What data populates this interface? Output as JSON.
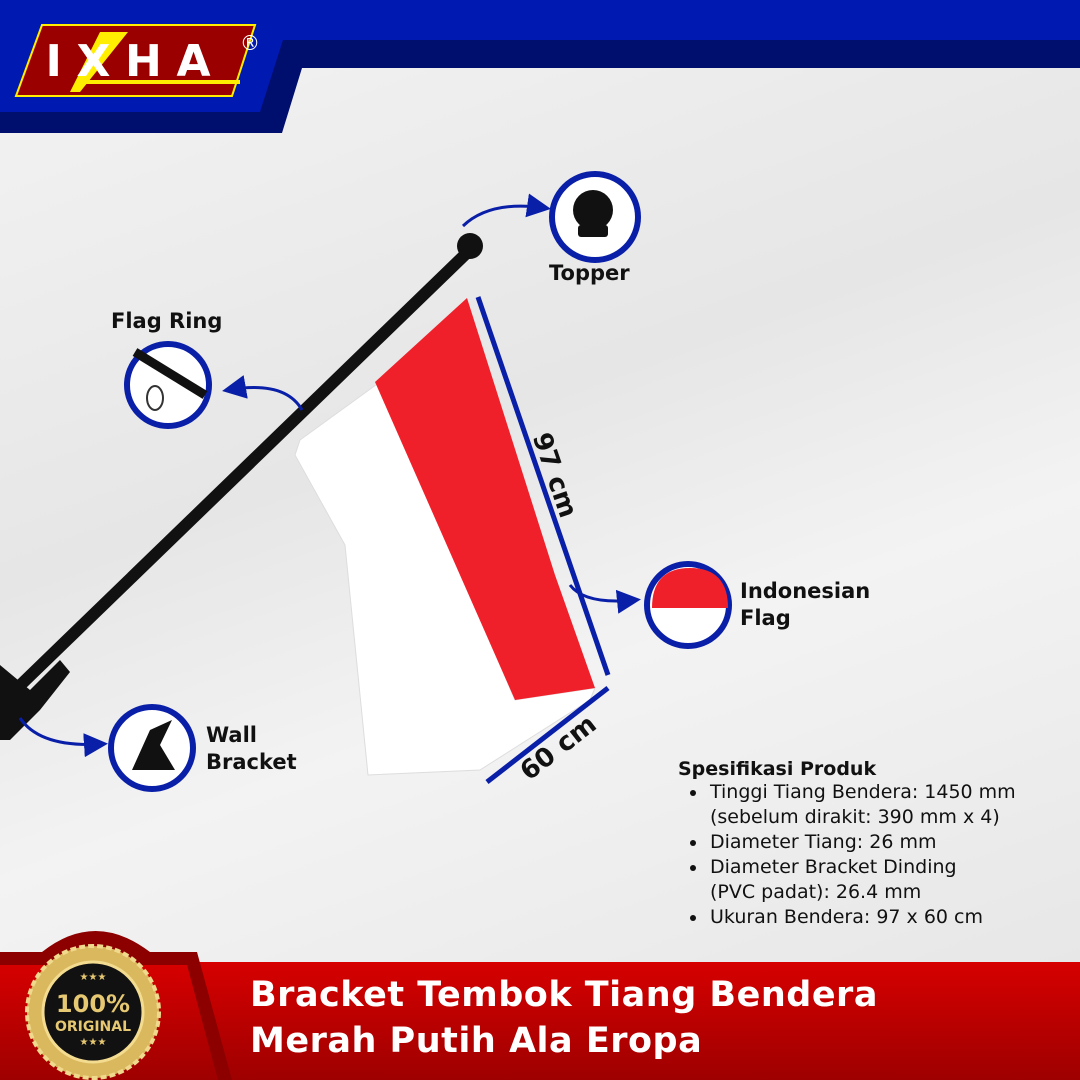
{
  "brand": {
    "logo_text": "IXHA",
    "registered": "®"
  },
  "callouts": {
    "topper": "Topper",
    "flag_ring": "Flag Ring",
    "indonesian_flag": [
      "Indonesian",
      "Flag"
    ],
    "wall_bracket": [
      "Wall",
      "Bracket"
    ]
  },
  "dimensions": {
    "height": "97 cm",
    "width": "60 cm"
  },
  "specs": {
    "heading": "Spesifikasi Produk",
    "items": [
      [
        "Tinggi Tiang Bendera: 1450 mm",
        "(sebelum dirakit: 390 mm x 4)"
      ],
      [
        "Diameter Tiang: 26 mm"
      ],
      [
        "Diameter Bracket Dinding",
        "(PVC padat): 26.4 mm"
      ],
      [
        "Ukuran Bendera: 97 x 60 cm"
      ]
    ]
  },
  "badge": {
    "percent": "100%",
    "text": "ORIGINAL"
  },
  "title": {
    "line1": "Bracket Tembok Tiang Bendera",
    "line2": "Merah Putih Ala Eropa"
  },
  "colors": {
    "blue": "#0019b0",
    "navy": "#000e6e",
    "red": "#d40000",
    "flag_red": "#f0202a",
    "gold": "#e6c872"
  }
}
